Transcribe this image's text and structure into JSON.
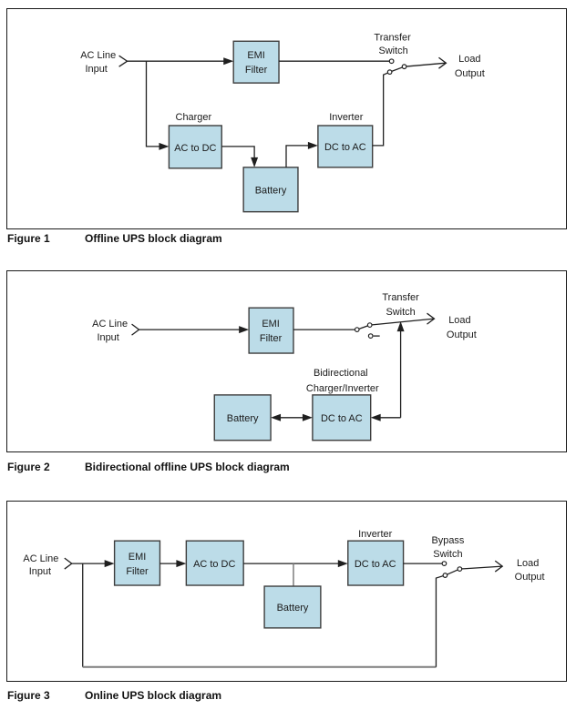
{
  "colors": {
    "block_fill": "#bcdce8",
    "block_border": "#3d3d3d",
    "wire": "#1f1f1f",
    "bypass_wire": "#7d7d7d",
    "text": "#1a1a1a"
  },
  "figure1": {
    "caption_label": "Figure 1",
    "caption_title": "Offline UPS block diagram",
    "ac_line_input_line1": "AC Line",
    "ac_line_input_line2": "Input",
    "emi_filter_line1": "EMI",
    "emi_filter_line2": "Filter",
    "transfer_switch_line1": "Transfer",
    "transfer_switch_line2": "Switch",
    "load_output_line1": "Load",
    "load_output_line2": "Output",
    "charger_label": "Charger",
    "ac_to_dc_label": "AC to DC",
    "battery_label": "Battery",
    "inverter_label": "Inverter",
    "dc_to_ac_label": "DC to AC"
  },
  "figure2": {
    "caption_label": "Figure 2",
    "caption_title": "Bidirectional offline UPS block diagram",
    "ac_line_input_line1": "AC Line",
    "ac_line_input_line2": "Input",
    "emi_filter_line1": "EMI",
    "emi_filter_line2": "Filter",
    "transfer_switch_line1": "Transfer",
    "transfer_switch_line2": "Switch",
    "load_output_line1": "Load",
    "load_output_line2": "Output",
    "bidirectional_line1": "Bidirectional",
    "bidirectional_line2": "Charger/Inverter",
    "battery_label": "Battery",
    "dc_to_ac_label": "DC to AC"
  },
  "figure3": {
    "caption_label": "Figure 3",
    "caption_title": "Online UPS block diagram",
    "ac_line_input_line1": "AC Line",
    "ac_line_input_line2": "Input",
    "emi_filter_line1": "EMI",
    "emi_filter_line2": "Filter",
    "ac_to_dc_label": "AC to DC",
    "battery_label": "Battery",
    "inverter_label": "Inverter",
    "dc_to_ac_label": "DC to AC",
    "bypass_switch_line1": "Bypass",
    "bypass_switch_line2": "Switch",
    "load_output_line1": "Load",
    "load_output_line2": "Output"
  }
}
